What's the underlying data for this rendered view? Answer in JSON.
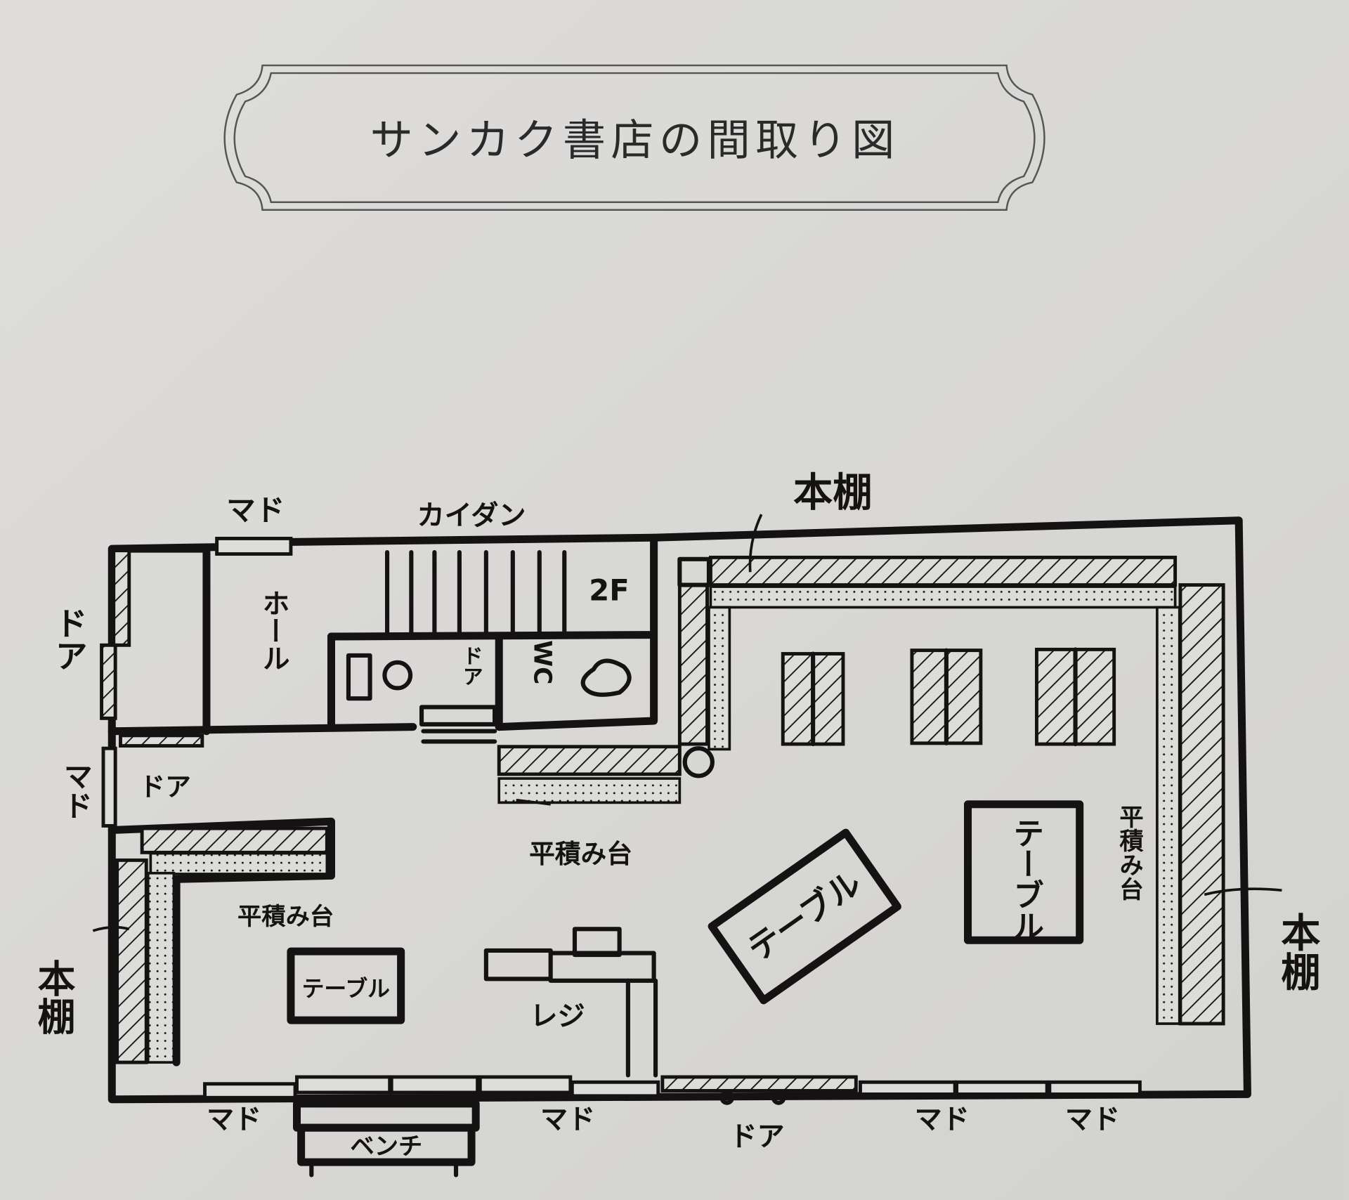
{
  "title": "サンカク書店の間取り図",
  "labels": {
    "window": "マド",
    "stairs": "カイダン",
    "bookshelf": "本棚",
    "door": "ドア",
    "hall": "ホール",
    "second_floor": "2F",
    "wc": "WC",
    "flat_display": "平積み台",
    "table": "テーブル",
    "register": "レジ",
    "bench": "ベンチ"
  },
  "colors": {
    "paper": "#d9d9d5",
    "ink": "#141212"
  }
}
